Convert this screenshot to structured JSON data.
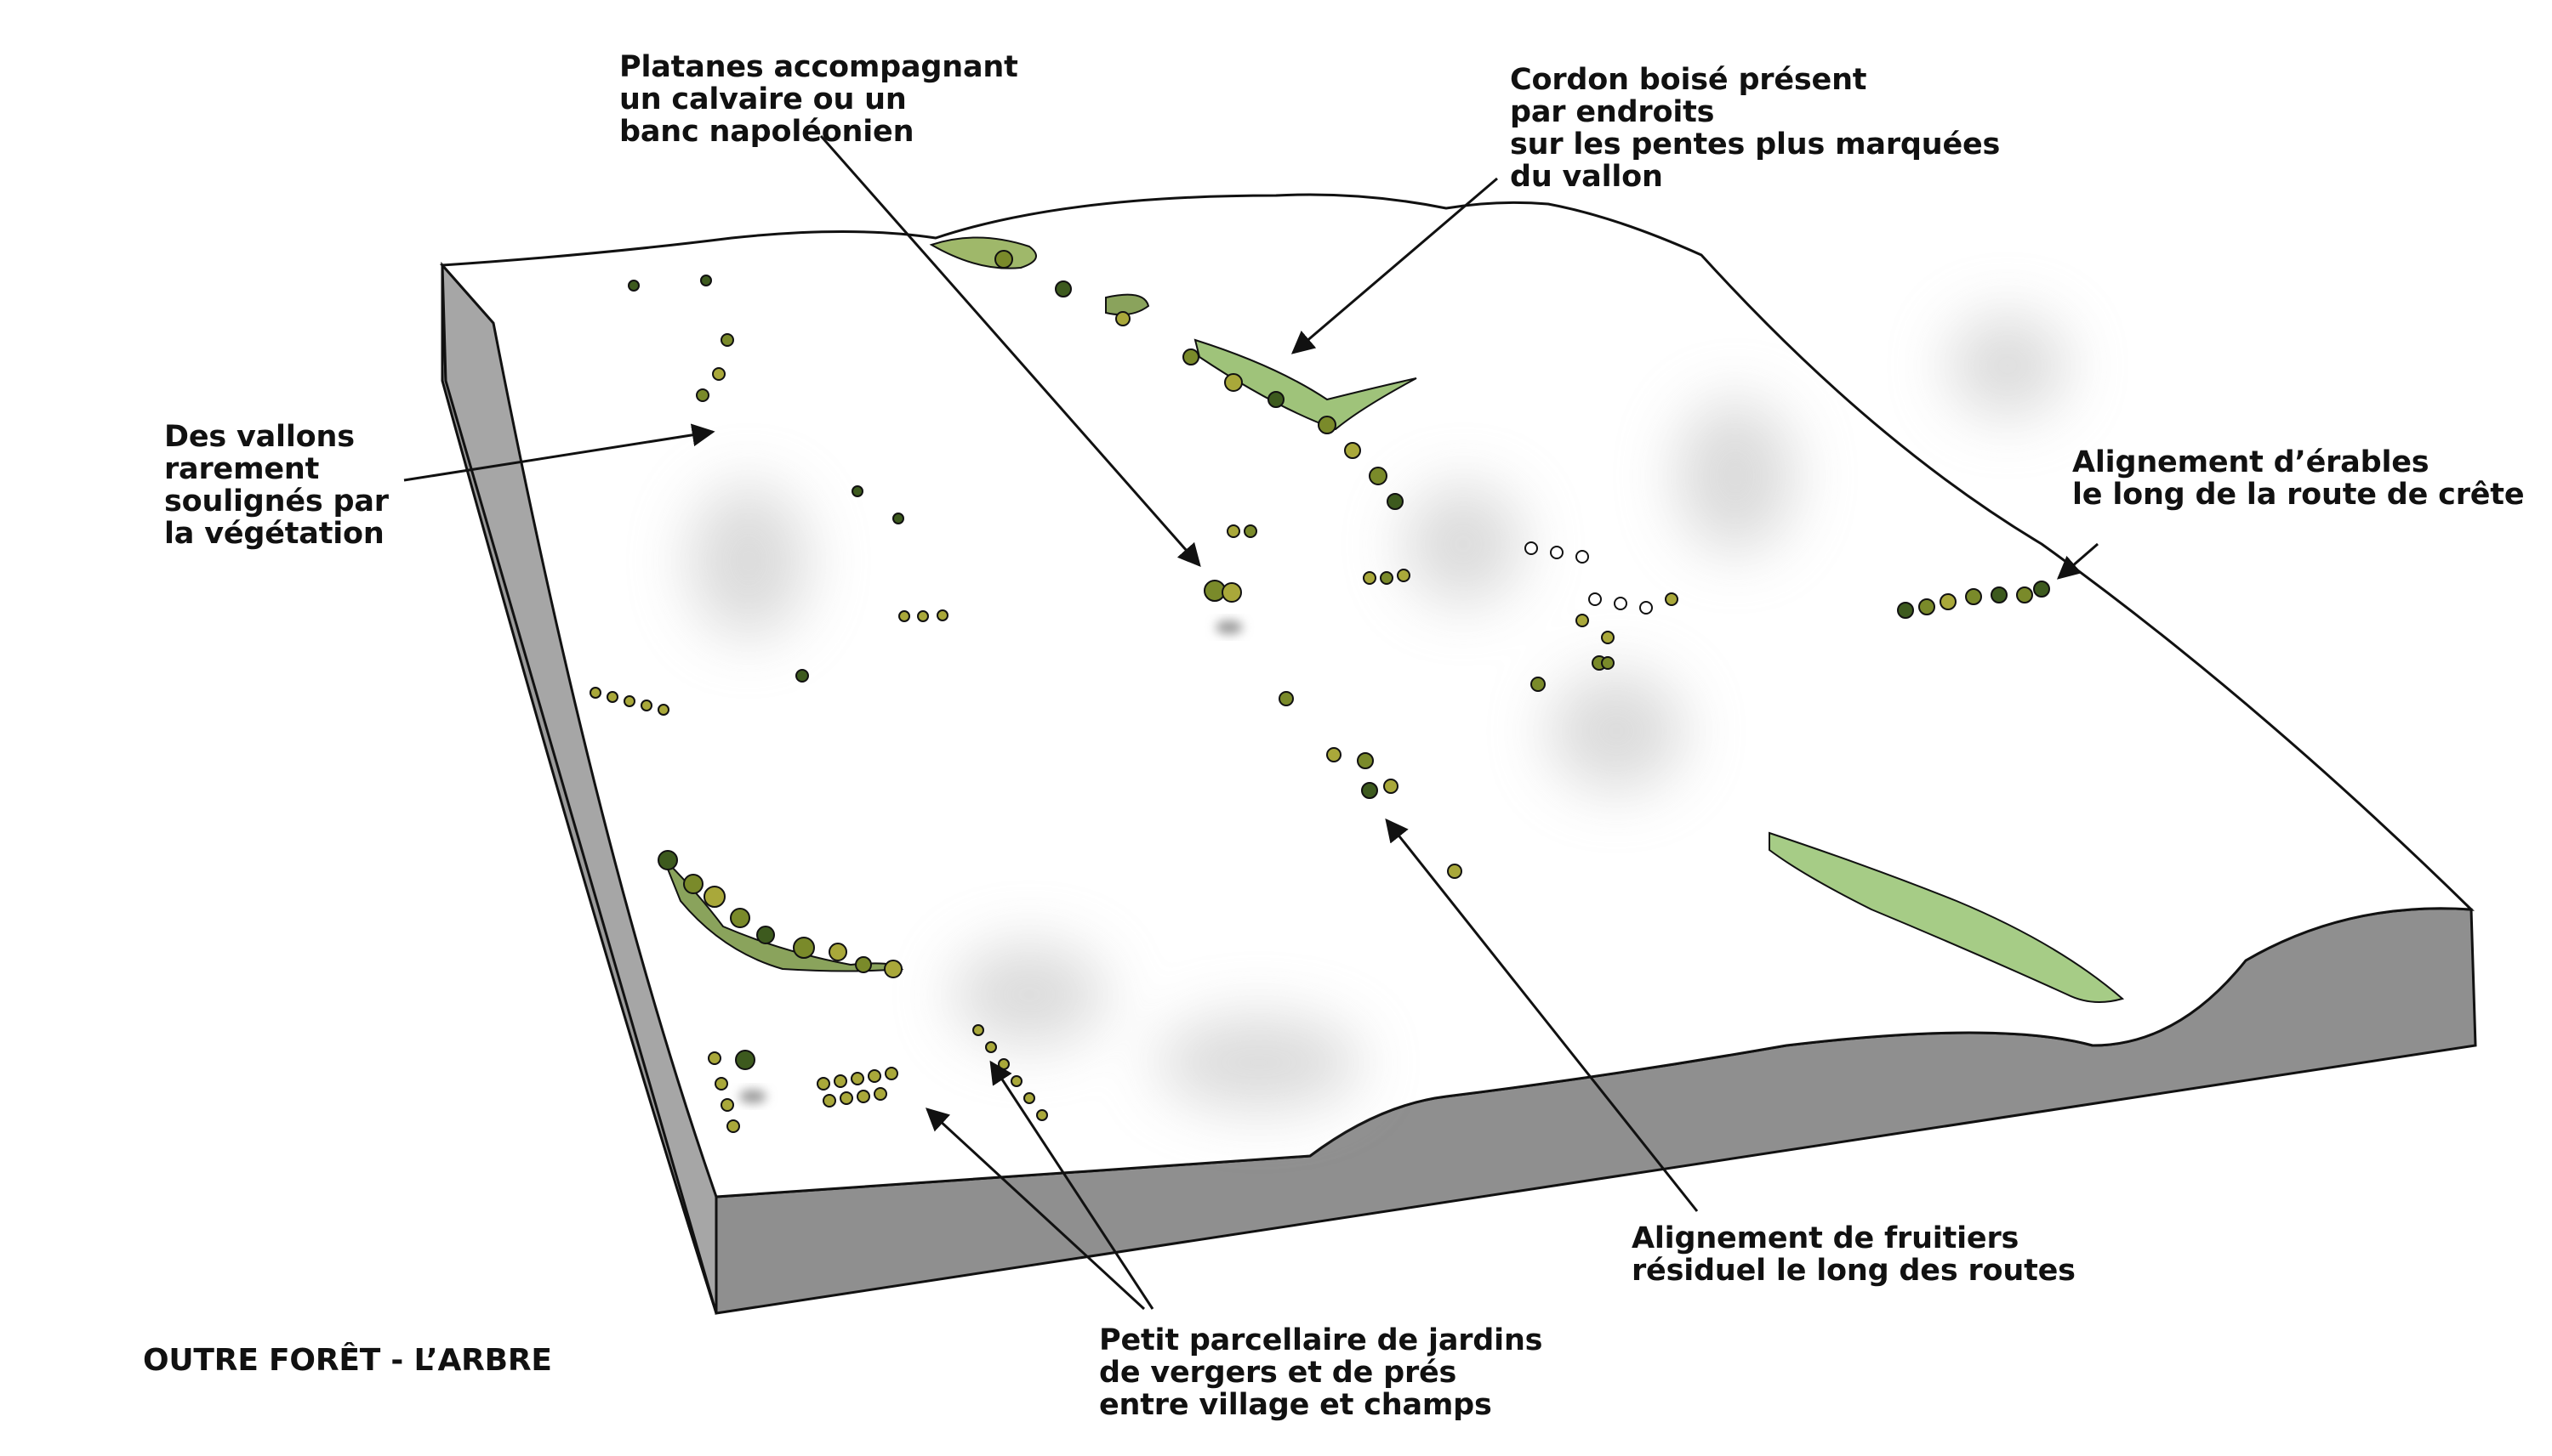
{
  "title": "OUTRE FORÊT - L’ARBRE",
  "annotations": {
    "vallons": [
      "Des vallons",
      "rarement",
      "soulignés par",
      "la végétation"
    ],
    "platanes": [
      "Platanes accompagnant",
      "un calvaire ou un",
      "banc napoléonien"
    ],
    "cordon": [
      "Cordon boisé présent",
      "par endroits",
      "sur les pentes plus marquées",
      "du vallon"
    ],
    "erables": [
      "Alignement d’érables",
      "le long de la route de crête"
    ],
    "fruitiers": [
      "Alignement de fruitiers",
      "résiduel le long des routes"
    ],
    "parcellaire": [
      "Petit parcellaire de jardins",
      "de vergers et de prés",
      "entre village et champs"
    ]
  },
  "colors": {
    "block_side": "#9a9a9a",
    "terrain": "#ffffff",
    "outline": "#111111",
    "tree_dark": "#3d5a1e",
    "tree_mid": "#7a8a2a",
    "tree_light": "#a9a83a",
    "wood_strip": "#9fc37a"
  }
}
